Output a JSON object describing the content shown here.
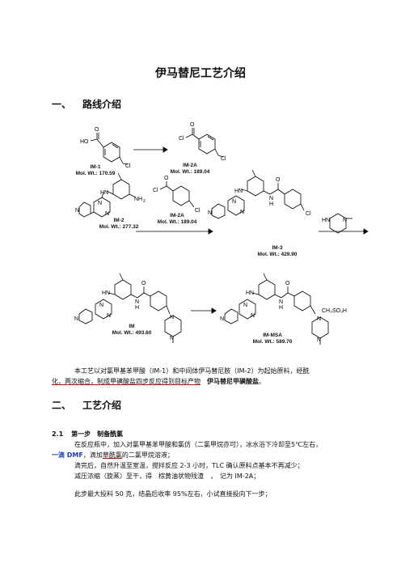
{
  "doc": {
    "title": "伊马替尼工艺介绍",
    "sec1": {
      "num": "一、",
      "title": "路线介绍"
    },
    "sec2": {
      "num": "二、",
      "title": "工艺介绍"
    },
    "compounds": {
      "im1": {
        "name": "IM-1",
        "mw": "Mol. Wt.: 170.59"
      },
      "im2a": {
        "name": "IM-2A",
        "mw": "Mol. Wt.: 189.04"
      },
      "im2": {
        "name": "IM-2",
        "mw": "Mol. Wt.: 277.32"
      },
      "im2a_b": {
        "name": "IM-2A",
        "mw": "Mol. Wt.: 189.04"
      },
      "im3": {
        "name": "IM-3",
        "mw": "Mol. Wt.: 429.90"
      },
      "im": {
        "name": "IM",
        "mw": "Mol. Wt.: 493.60"
      },
      "immsa": {
        "name": "IM-MSA",
        "mw": "Mol. Wt.: 589.70"
      }
    },
    "atoms": {
      "o": "O",
      "ho": "HO",
      "cl": "Cl",
      "hn": "HN",
      "nh2": "NH",
      "n": "N",
      "h": "H",
      "ch3so3h": "CH₃SO₃H",
      "sub2": "2"
    },
    "intro": {
      "line1": "本工艺以对氯甲基苯甲酸（IM-1）和中间体伊马替尼胺（IM-2）为起始原料，经酰",
      "line2a": "化，两次缩合，制成甲磺酸盐四步反应得到目标产物",
      "line2b": "伊马替尼甲磺酸盐",
      "line2c": "。"
    },
    "step1": {
      "num": "2.1",
      "title": "第一步　制备酰氯",
      "l1": "在反应瓶中，加入对氯甲基苯甲酸和氯仿（二氯甲烷亦可），冰水浴下冷却至5℃左右，",
      "l2a": "一滴 DMF",
      "l2b": "，滴加",
      "l2c": "草酰氯",
      "l2d": "的二氯甲烷溶液；",
      "l3": "滴完后，自然升温至室温，搅拌反应 2-3 小时，TLC 确认原料点基本不再减少；",
      "l4": "减压浓缩（旋蒸）至干，得　棕黄油状物残渣　，　记为 IM-2A；",
      "l5": "此步最大投料 50 克，结晶后收率 95%左右，小试直接投向下一步；"
    }
  }
}
